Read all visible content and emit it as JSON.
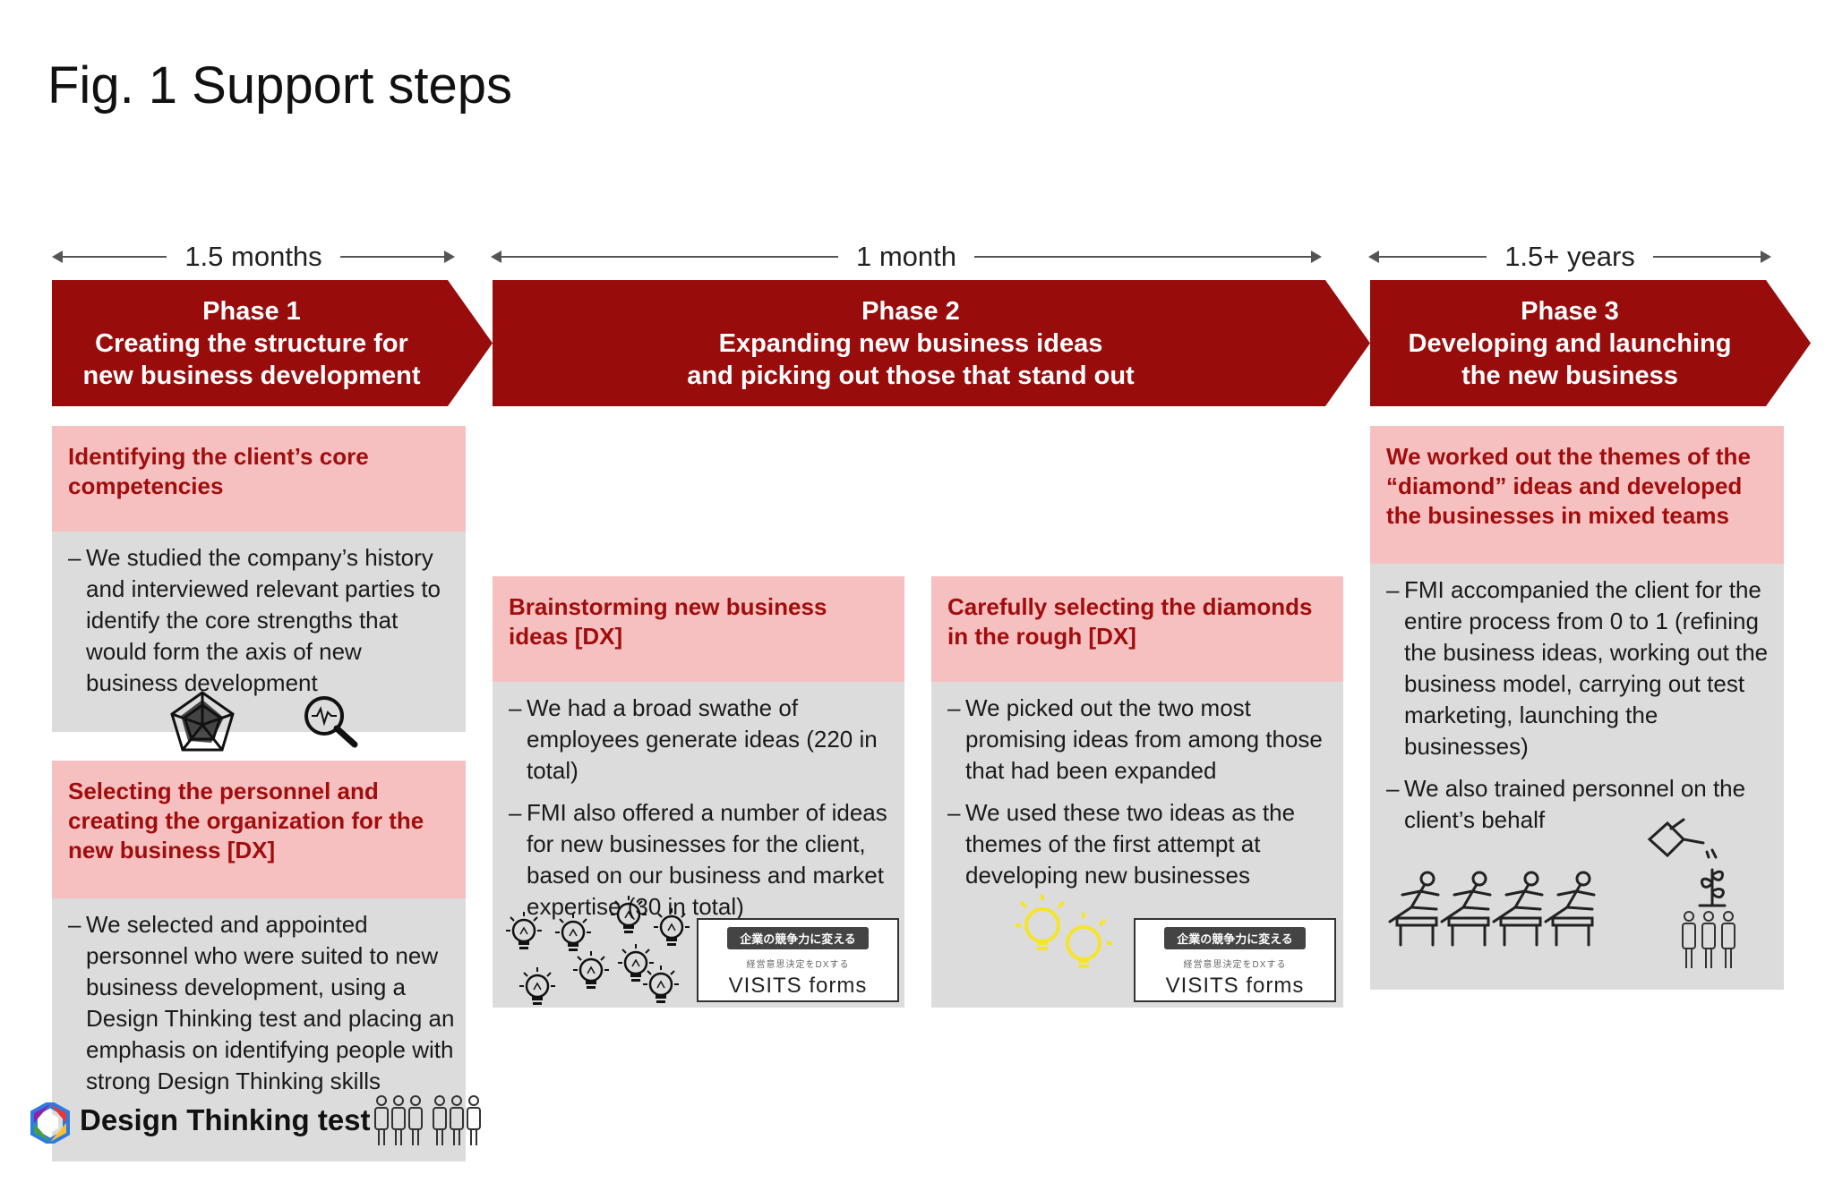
{
  "figure": {
    "title": "Fig. 1 Support steps"
  },
  "durations": [
    {
      "label": "1.5 months"
    },
    {
      "label": "1 month"
    },
    {
      "label": "1.5+ years"
    }
  ],
  "phases": [
    {
      "lines": [
        "Phase 1",
        "Creating the structure for",
        "new business development"
      ]
    },
    {
      "lines": [
        "Phase 2",
        "Expanding new business ideas",
        "and picking out those that stand out"
      ]
    },
    {
      "lines": [
        "Phase 3",
        "Developing and launching",
        "the new business"
      ]
    }
  ],
  "boxes": {
    "core": {
      "heading": [
        "Identifying the client’s core",
        "competencies"
      ],
      "bullets": [
        "We studied the company’s history and interviewed relevant parties to identify the core strengths that would form the axis of new business development"
      ]
    },
    "personnel": {
      "heading": [
        "Selecting the personnel and",
        "creating the organization for the",
        "new business [DX]"
      ],
      "bullets": [
        "We selected and appointed personnel who were suited to new business development, using a Design Thinking test and placing an emphasis on identifying people with strong Design Thinking skills"
      ]
    },
    "brainstorm": {
      "heading": [
        "Brainstorming new business",
        "ideas [DX]"
      ],
      "bullets": [
        "We had a broad swathe of employees generate ideas (220 in total)",
        "FMI also offered a number of ideas for new businesses for the client, based on our business and market expertise (30 in total)"
      ]
    },
    "diamonds": {
      "heading": [
        "Carefully selecting the diamonds",
        "in the rough [DX]"
      ],
      "bullets": [
        "We picked out the two most promising ideas from among those that had been expanded",
        "We used these two ideas as the themes of the first attempt at developing new businesses"
      ]
    },
    "launch": {
      "heading": [
        "We worked out the themes of the",
        "“diamond” ideas and developed",
        "the businesses in mixed teams"
      ],
      "bullets": [
        "FMI accompanied the client for the entire process from 0 to 1 (refining the business ideas, working out the business model, carrying out test marketing, launching the businesses)",
        "We also trained personnel on the client’s behalf"
      ]
    }
  },
  "visits_logo": {
    "tagline": "企業の競争力に変える",
    "sub": "経営意思決定をDXする",
    "name": "VISITS forms"
  },
  "design_thinking": {
    "label": "Design Thinking test"
  },
  "colors": {
    "phase": "#980c0c",
    "heading_bg": "#f7c0c0",
    "heading_text": "#a10d0d",
    "box_bg": "#dcdcdc"
  }
}
